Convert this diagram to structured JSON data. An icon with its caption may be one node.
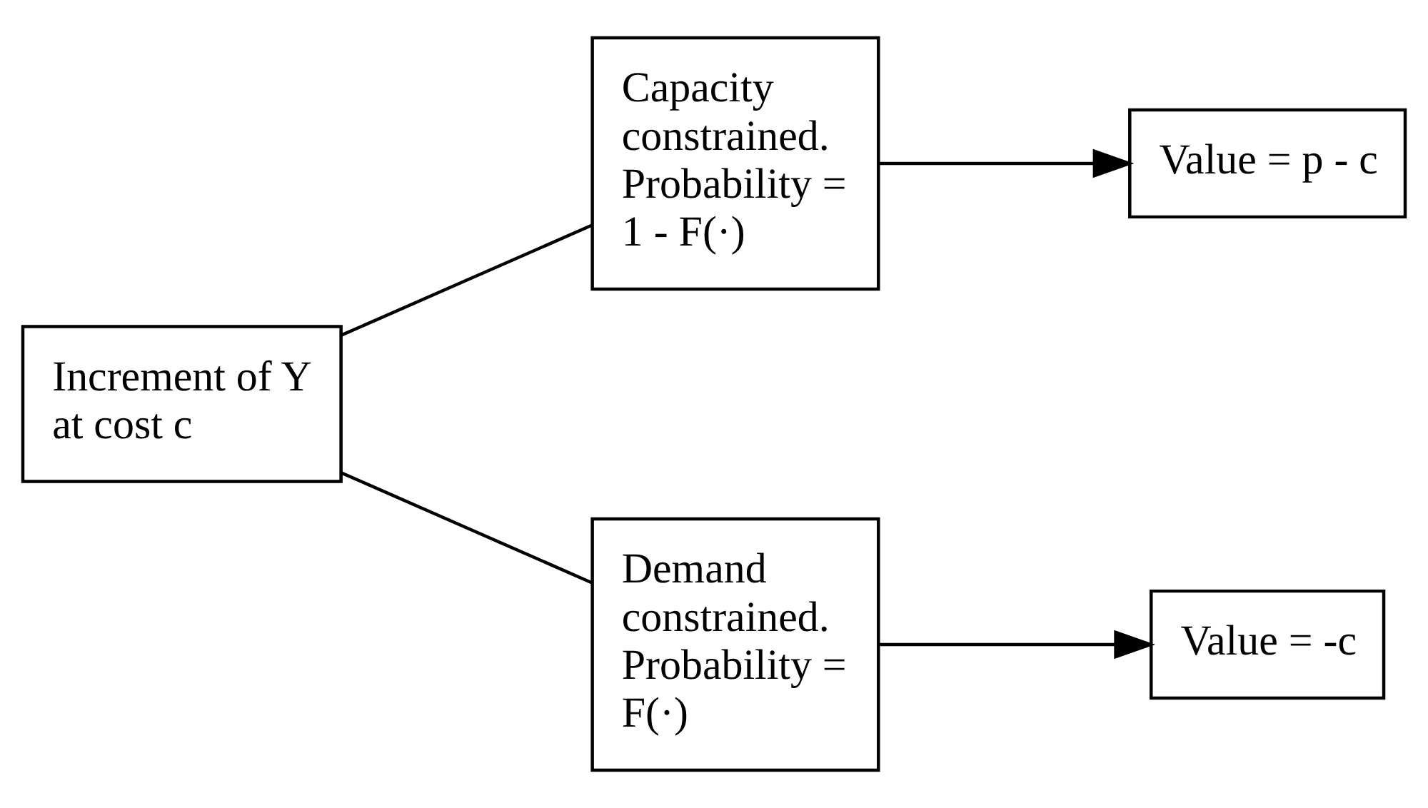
{
  "diagram": {
    "nodes": [
      {
        "text": [
          "Increment of Y at cost c"
        ]
      },
      {
        "text": [
          "Capacity constrained. Probability = 1 - F(·)"
        ]
      },
      {
        "text": [
          "Demand constrained. Probability = F(·)"
        ]
      },
      {
        "text": [
          "Value = p - c"
        ]
      },
      {
        "text": [
          "Value = -c"
        ]
      }
    ],
    "edges": [
      {
        "from": 0,
        "to": 1,
        "arrow": "none"
      },
      {
        "from": 0,
        "to": 2,
        "arrow": "none"
      },
      {
        "from": 1,
        "to": 3,
        "arrow": "to"
      },
      {
        "from": 2,
        "to": 4,
        "arrow": "to"
      }
    ]
  }
}
